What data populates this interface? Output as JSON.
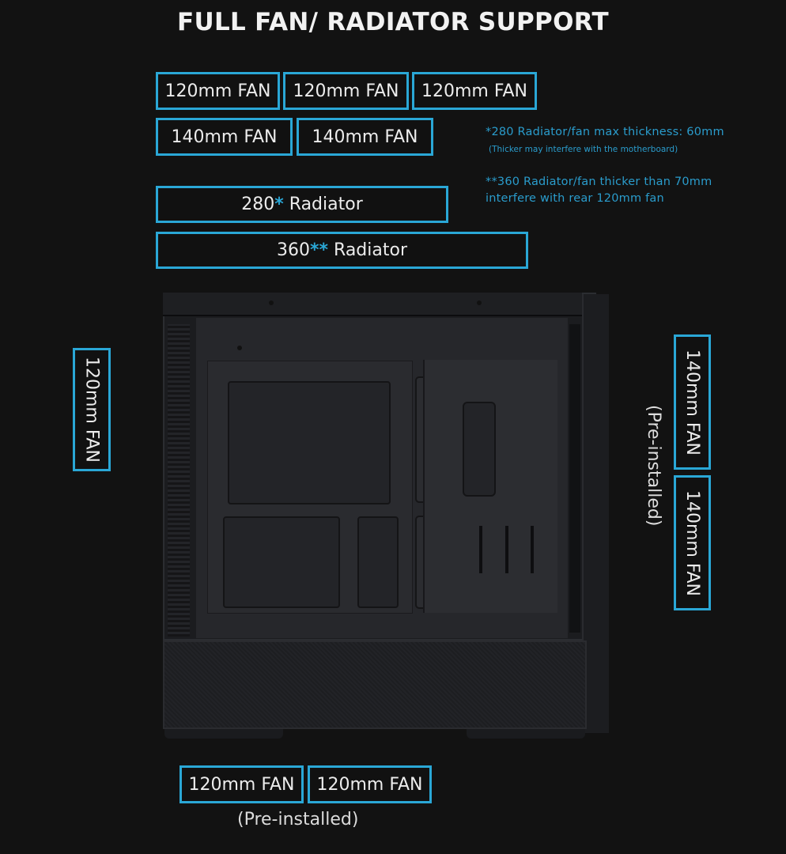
{
  "title": "FULL FAN/ RADIATOR SUPPORT",
  "top_fans": {
    "row1": [
      "120mm FAN",
      "120mm FAN",
      "120mm FAN"
    ],
    "row2": [
      "140mm FAN",
      "140mm FAN"
    ]
  },
  "radiators": [
    {
      "size": "280",
      "mark": "*",
      "label": "Radiator"
    },
    {
      "size": "360",
      "mark": "**",
      "label": "Radiator"
    }
  ],
  "notes": {
    "note1": "*280 Radiator/fan max thickness: 60mm",
    "note1_sub": "(Thicker may interfere with the motherboard)",
    "note2_line1": "**360 Radiator/fan thicker than 70mm",
    "note2_line2": "interfere with rear 120mm fan"
  },
  "rear_fan": "120mm FAN",
  "front_fans": [
    "140mm FAN",
    "140mm FAN"
  ],
  "front_preinstalled": "(Pre-installed)",
  "bottom_fans": [
    "120mm FAN",
    "120mm FAN"
  ],
  "bottom_preinstalled": "(Pre-installed)",
  "colors": {
    "accent": "#2aa7d6",
    "note_text": "#2a9ccc",
    "background": "#121212",
    "text": "#ececec"
  }
}
